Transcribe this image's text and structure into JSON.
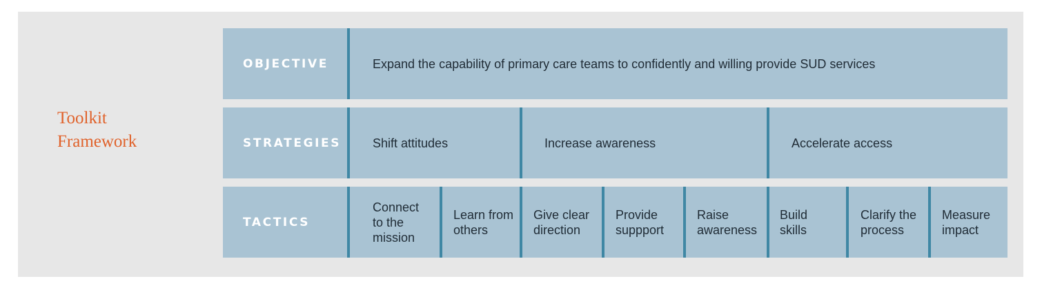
{
  "title": {
    "line1": "Toolkit",
    "line2": "Framework"
  },
  "objective": {
    "label": "OBJECTIVE",
    "text": "Expand the capability of primary care teams to confidently and willing provide SUD services"
  },
  "strategies": {
    "label": "STRATEGIES",
    "items": [
      "Shift attitudes",
      "Increase awareness",
      "Accelerate access"
    ]
  },
  "tactics": {
    "label": "TACTICS",
    "items": [
      {
        "lines": [
          "Connect",
          "to the",
          "mission"
        ]
      },
      {
        "lines": [
          "Learn from",
          "others"
        ]
      },
      {
        "lines": [
          "Give clear",
          "direction"
        ]
      },
      {
        "lines": [
          "Provide",
          "suppport"
        ]
      },
      {
        "lines": [
          "Raise",
          "awareness"
        ]
      },
      {
        "lines": [
          "Build",
          "skills"
        ]
      },
      {
        "lines": [
          "Clarify the",
          "process"
        ]
      },
      {
        "lines": [
          "Measure",
          "impact"
        ]
      }
    ]
  },
  "colors": {
    "panel_background": "#e7e7e7",
    "cell_background": "#a9c3d3",
    "divider": "#3f87a4",
    "title_accent": "#e0622b",
    "label_text": "#ffffff",
    "body_text": "#1f2b35"
  }
}
